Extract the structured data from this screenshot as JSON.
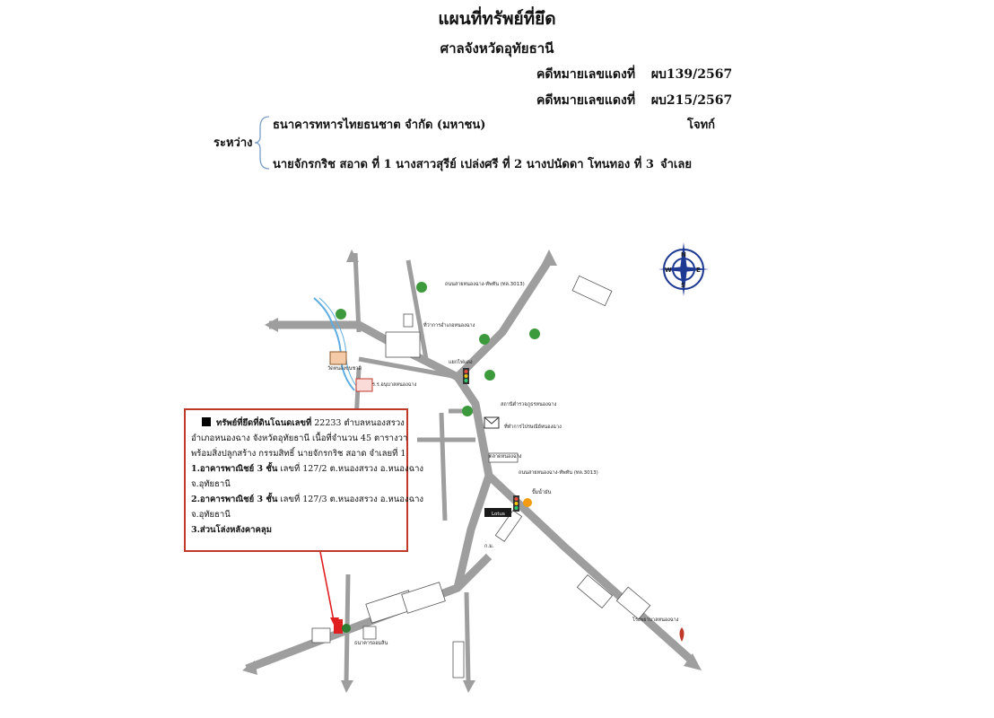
{
  "header": {
    "title": "แผนที่ทรัพย์ที่ยึด",
    "court": "ศาลจังหวัดอุทัยธานี",
    "case_label": "คดีหมายเลขแดงที่",
    "case_numbers": [
      "ผบ139/2567",
      "ผบ215/2567"
    ],
    "between_label": "ระหว่าง",
    "plaintiff": "ธนาคารทหารไทยธนชาต จำกัด (มหาชน)",
    "plaintiff_role": "โจทก์",
    "defendants": "นายจักรกริช สอาด ที่ 1 นางสาวสุรีย์ เปล่งศรี ที่ 2 นางปนัดดา โทนทอง ที่ 3",
    "defendant_role": "จำเลย"
  },
  "infobox": {
    "line1_bold": "ทรัพย์ที่ยึดที่ดินโฉนดเลขที่",
    "line1_rest": "22233 ตำบลหนองสรวง",
    "line2": "อำเภอหนองฉาง จังหวัดอุทัยธานี เนื้อที่จำนวน 45 ตารางวา",
    "line3": "พร้อมสิ่งปลูกสร้าง กรรมสิทธิ์ นายจักรกริช สอาด จำเลยที่ 1",
    "item1_bold": "1.อาคารพาณิชย์ 3 ชั้น",
    "item1_rest": "เลขที่ 127/2 ต.หนองสรวง อ.หนองฉาง",
    "item1_cont": "จ.อุทัยธานี",
    "item2_bold": "2.อาคารพาณิชย์ 3 ชั้น",
    "item2_rest": "เลขที่ 127/3 ต.หนองสรวง อ.หนองฉาง",
    "item2_cont": "จ.อุทัยธานี",
    "item3": "3.ส่วนโล่งหลังคาคลุม"
  },
  "map_labels": {
    "compass_n": "N",
    "compass_e": "E",
    "compass_s": "S",
    "compass_w": "W",
    "road_hwy3013_top": "ถนนสายหนองฉาง-ทัพทัน (ทล.3013)",
    "road_hwy3013_mid": "ถนนสายหนองฉาง-ทัพทัน (ทล.3013)",
    "district_office": "ที่ว่าการอำเภอหนองฉาง",
    "police": "สถานีตำรวจภูธรหนองฉาง",
    "post_office": "ที่ทำการไปรษณีย์หนองฉาง",
    "temple": "วัดหนองขุนชาติ",
    "school": "ร.ร.อนุบาลหนองฉาง",
    "market": "ตลาดหนองฉาง",
    "bank": "ธนาคารออมสิน",
    "tesco": "Lotus",
    "km_marker": "ก.ม.",
    "hospital": "โรงพยาบาลหนองฉาง",
    "gas_station": "ปั๊มน้ำมัน",
    "junction": "แยกไฟแดง"
  }
}
